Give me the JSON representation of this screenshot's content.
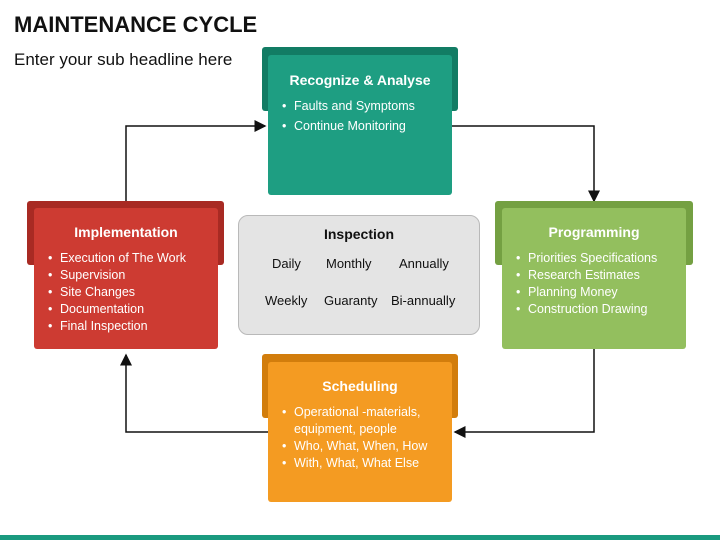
{
  "header": {
    "title": "MAINTENANCE CYCLE",
    "subtitle": "Enter your sub headline here"
  },
  "stages": {
    "recognize": {
      "title": "Recognize & Analyse",
      "items": [
        "Faults and Symptoms",
        "Continue Monitoring"
      ],
      "color": "#1e9e82",
      "shadow_color": "#127c64"
    },
    "programming": {
      "title": "Programming",
      "items": [
        "Priorities Specifications",
        "Research Estimates",
        "Planning Money",
        "Construction Drawing"
      ],
      "color": "#93bf5e",
      "shadow_color": "#74a042"
    },
    "scheduling": {
      "title": "Scheduling",
      "items": [
        "Operational -materials, equipment, people",
        "Who, What, When, How",
        "With, What, What Else"
      ],
      "color": "#f49b22",
      "shadow_color": "#d27d0c"
    },
    "implementation": {
      "title": "Implementation",
      "items": [
        "Execution of The Work",
        "Supervision",
        "Site Changes",
        "Documentation",
        "Final Inspection"
      ],
      "color": "#cd3b32",
      "shadow_color": "#a82a23"
    }
  },
  "inspection": {
    "title": "Inspection",
    "row1": [
      "Daily",
      "Monthly",
      "Annually"
    ],
    "row2": [
      "Weekly",
      "Guaranty",
      "Bi-annually"
    ]
  },
  "footer": {
    "color": "#1a9a7f"
  }
}
